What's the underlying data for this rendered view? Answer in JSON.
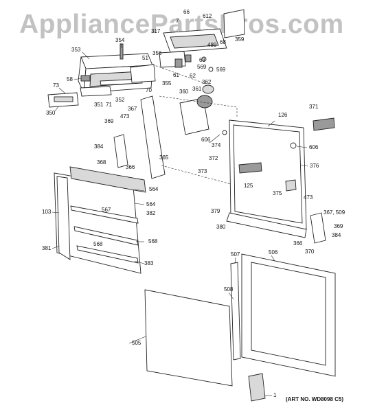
{
  "watermark": "AppliancePartsPros.com",
  "art_note": "(ART NO. WD8098 C5)",
  "part_labels": [
    "66",
    "612",
    "7",
    "317",
    "68",
    "359",
    "354",
    "353",
    "51",
    "356",
    "489",
    "63",
    "569",
    "569",
    "61",
    "62",
    "58",
    "355",
    "70",
    "73",
    "351",
    "71",
    "352",
    "360",
    "361",
    "362",
    "350",
    "367",
    "473",
    "371",
    "126",
    "369",
    "606",
    "374",
    "606",
    "384",
    "368",
    "366",
    "365",
    "372",
    "373",
    "125",
    "376",
    "564",
    "375",
    "564",
    "473",
    "103",
    "567",
    "382",
    "379",
    "367, 509",
    "380",
    "369",
    "384",
    "381",
    "568",
    "568",
    "366",
    "370",
    "383",
    "507",
    "506",
    "508",
    "505",
    "1"
  ]
}
